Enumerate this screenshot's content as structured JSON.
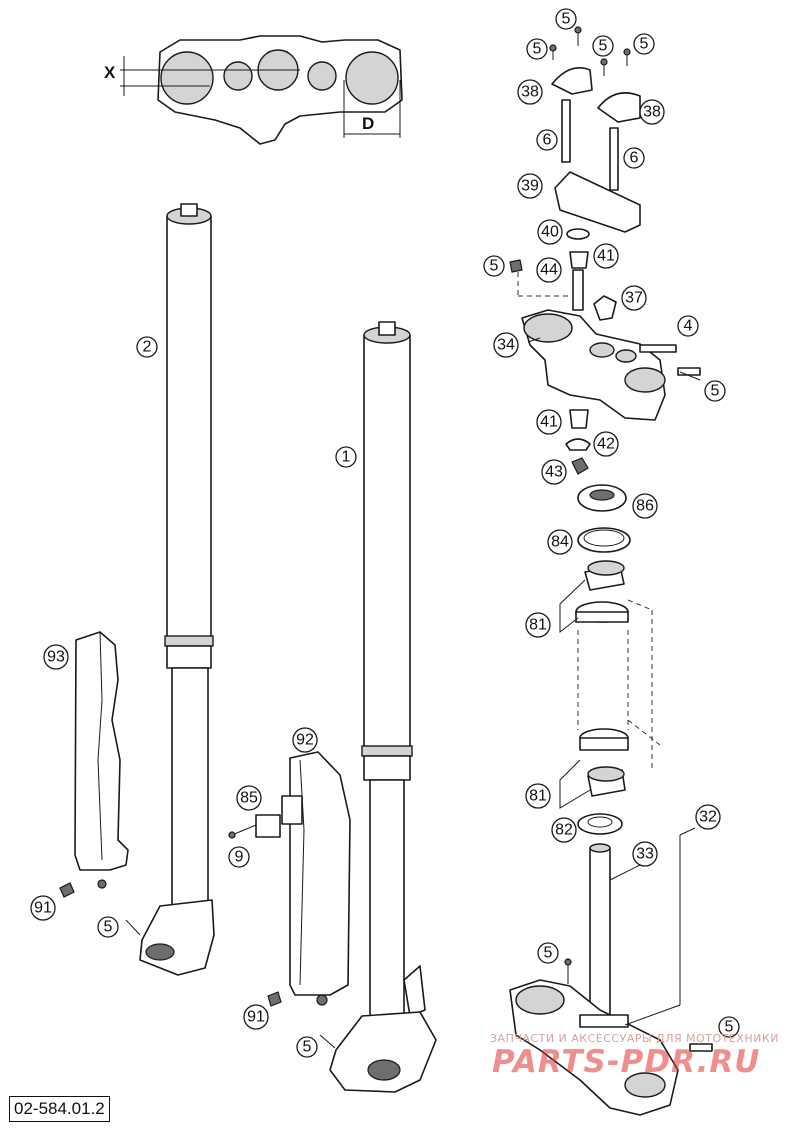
{
  "diagram_code": "02-584.01.2",
  "dimension_labels": {
    "x": "X",
    "d": "D"
  },
  "watermark": {
    "caption": "ЗАПЧАСТИ И АКСЕССУАРЫ ДЛЯ МОТОТЕХНИКИ",
    "logo": "PARTS-PDR.RU"
  },
  "callouts": [
    "5",
    "5",
    "5",
    "5",
    "38",
    "38",
    "6",
    "6",
    "39",
    "40",
    "5",
    "44",
    "41",
    "37",
    "4",
    "34",
    "5",
    "41",
    "42",
    "43",
    "86",
    "84",
    "81",
    "81",
    "82",
    "32",
    "33",
    "5",
    "5",
    "2",
    "1",
    "93",
    "92",
    "85",
    "9",
    "91",
    "91",
    "5",
    "5"
  ]
}
